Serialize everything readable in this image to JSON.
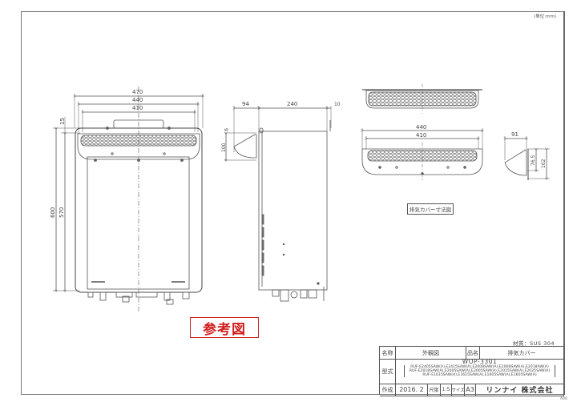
{
  "sheet": {
    "unit_note": "(単位:mm)",
    "reference_stamp": "参考図",
    "reference_stamp_color": "#d21f1f",
    "material_note": "材質：SUS 304",
    "sheet_code": "A00"
  },
  "front_view": {
    "dims": {
      "overall_width": "470",
      "inner_width": "440",
      "cover_width": "410",
      "top_offset": "15",
      "overall_height": "600",
      "body_height": "570"
    }
  },
  "side_view": {
    "dims": {
      "cover_depth": "94",
      "body_depth": "240",
      "rear_gap": "10",
      "top_gap": "9",
      "cover_height": "100"
    }
  },
  "cover_detail": {
    "caption": "排気カバー寸法図",
    "dims": {
      "width_outer": "440",
      "width_inner": "410",
      "depth": "91",
      "height_inner": "76.5",
      "height_outer": "102"
    }
  },
  "title_block": {
    "name_label": "名称",
    "name_value": "外観図",
    "product_label": "品名",
    "product_value": "排気カバー",
    "model_label": "型式",
    "model_code": "WOP-3301",
    "model_lines": [
      "RUF-E2405SAW(A),E2415SAW(A),E2008SAW(A),E2008SAW(A),E2018AW(A)",
      "RUF-E2018SAW(A),E2005SAW(A),E2005SAW(A),E2015SAW(A),E2025SAW(A)",
      "RUF-E1615SAW(A),E1615SAW(A),E1605SAW(A),E1605SAW(A)"
    ],
    "created_label": "作成",
    "created_value": "2016. 2",
    "scale_label": "尺度",
    "scale_value": "1:5",
    "size_label": "サイズ",
    "size_value": "A3",
    "company": "リンナイ 株式会社"
  }
}
